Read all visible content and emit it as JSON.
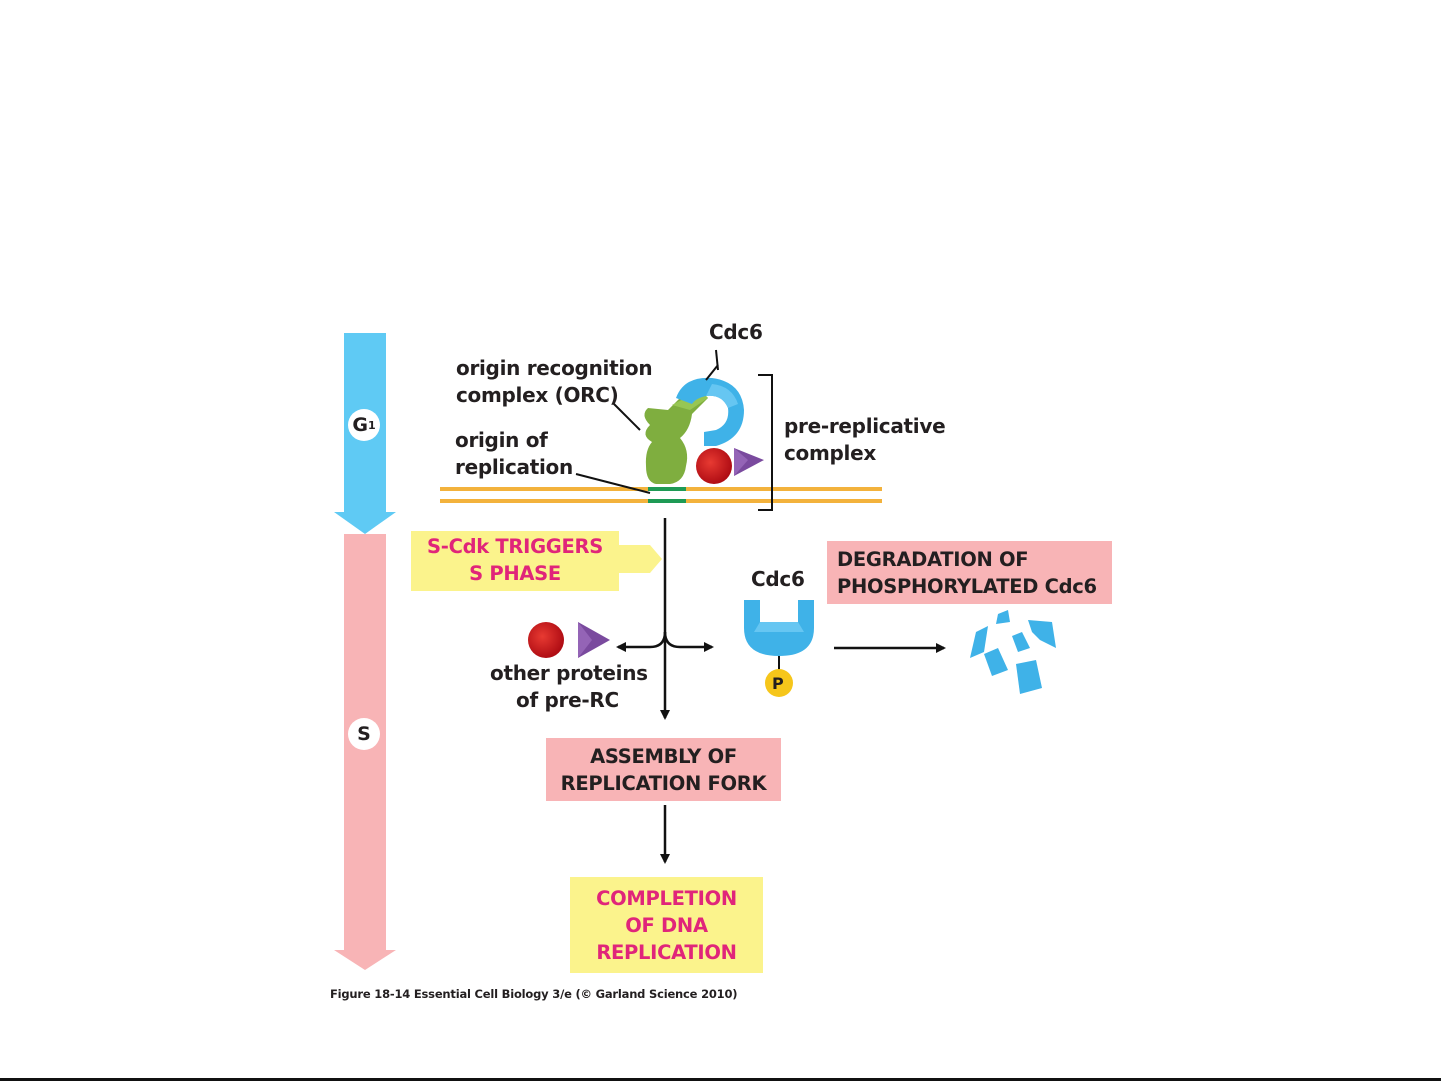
{
  "figure": {
    "caption": "Figure 18-14  Essential Cell Biology 3/e (© Garland Science 2010)",
    "phases": {
      "g1": {
        "label": "G",
        "subscript": "1",
        "color": "#5fcaf4"
      },
      "s": {
        "label": "S",
        "color": "#f8b4b6"
      }
    },
    "labels": {
      "cdc6_top": "Cdc6",
      "orc_line1": "origin recognition",
      "orc_line2": "complex (ORC)",
      "origin_line1": "origin of",
      "origin_line2": "replication",
      "prerc_line1": "pre-replicative",
      "prerc_line2": "complex",
      "cdc6_mid": "Cdc6",
      "other_line1": "other proteins",
      "other_line2": "of pre-RC",
      "phosphate": "P"
    },
    "boxes": {
      "scdk": {
        "line1": "S-Cdk TRIGGERS",
        "line2": "S PHASE"
      },
      "degradation": {
        "line1": "DEGRADATION OF",
        "line2": "PHOSPHORYLATED Cdc6"
      },
      "assembly": {
        "line1": "ASSEMBLY OF",
        "line2": "REPLICATION FORK"
      },
      "completion": {
        "line1": "COMPLETION",
        "line2": "OF DNA",
        "line3": "REPLICATION"
      }
    },
    "colors": {
      "dna": "#f3b23c",
      "origin": "#1e9a55",
      "orc": "#7fae3f",
      "cdc6": "#3fb2e8",
      "red_protein": "#d4141c",
      "purple_protein": "#7a4a9e",
      "phosphate": "#f6c61b",
      "pink_box": "#f8b4b6",
      "yellow_box": "#fbf38c",
      "magenta_text": "#e0257a"
    }
  }
}
